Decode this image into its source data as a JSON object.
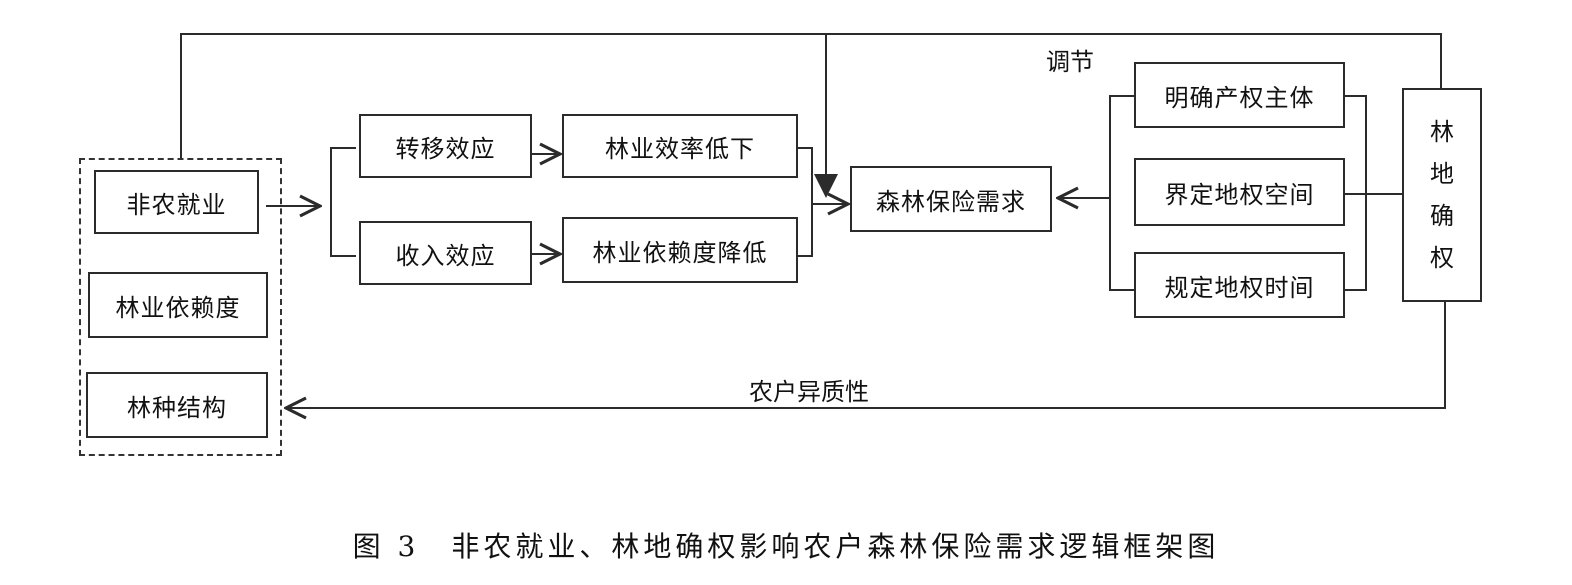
{
  "diagram": {
    "left_group": {
      "off_farm": "非农就业",
      "forestry_dependence": "林业依赖度",
      "forest_structure": "林种结构"
    },
    "effects": {
      "transfer": "转移效应",
      "income": "收入效应"
    },
    "outcomes": {
      "efficiency_down": "林业效率低下",
      "dependence_down": "林业依赖度降低"
    },
    "demand": "森林保险需求",
    "rights": {
      "subject": "明确产权主体",
      "space": "界定地权空间",
      "time": "规定地权时间"
    },
    "certification": [
      "林",
      "地",
      "确",
      "权"
    ],
    "moderation_label": "调节",
    "heterogeneity_label": "农户异质性"
  },
  "caption": "图 3　非农就业、林地确权影响农户森林保险需求逻辑框架图",
  "colors": {
    "line": "#2b2b2b"
  }
}
